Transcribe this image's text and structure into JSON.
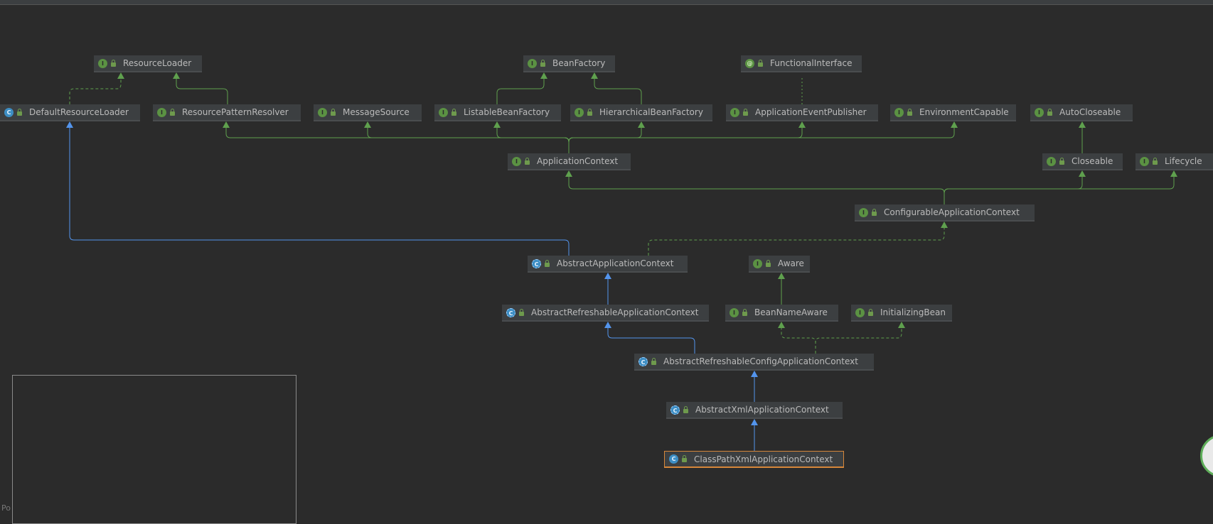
{
  "nodes": [
    {
      "id": "ResourceLoader",
      "label": "ResourceLoader",
      "kind": "interface",
      "icon": "interface-icon"
    },
    {
      "id": "BeanFactory",
      "label": "BeanFactory",
      "kind": "interface",
      "icon": "interface-icon"
    },
    {
      "id": "FunctionalInterface",
      "label": "FunctionalInterface",
      "kind": "annotation",
      "icon": "annotation-icon"
    },
    {
      "id": "DefaultResourceLoader",
      "label": "DefaultResourceLoader",
      "kind": "class",
      "icon": "class-icon"
    },
    {
      "id": "ResourcePatternResolver",
      "label": "ResourcePatternResolver",
      "kind": "interface",
      "icon": "interface-icon"
    },
    {
      "id": "MessageSource",
      "label": "MessageSource",
      "kind": "interface",
      "icon": "interface-icon"
    },
    {
      "id": "ListableBeanFactory",
      "label": "ListableBeanFactory",
      "kind": "interface",
      "icon": "interface-icon"
    },
    {
      "id": "HierarchicalBeanFactory",
      "label": "HierarchicalBeanFactory",
      "kind": "interface",
      "icon": "interface-icon"
    },
    {
      "id": "ApplicationEventPublisher",
      "label": "ApplicationEventPublisher",
      "kind": "interface",
      "icon": "interface-icon"
    },
    {
      "id": "EnvironmentCapable",
      "label": "EnvironmentCapable",
      "kind": "interface",
      "icon": "interface-icon"
    },
    {
      "id": "AutoCloseable",
      "label": "AutoCloseable",
      "kind": "interface",
      "icon": "interface-icon"
    },
    {
      "id": "ApplicationContext",
      "label": "ApplicationContext",
      "kind": "interface",
      "icon": "interface-icon"
    },
    {
      "id": "Closeable",
      "label": "Closeable",
      "kind": "interface",
      "icon": "interface-icon"
    },
    {
      "id": "Lifecycle",
      "label": "Lifecycle",
      "kind": "interface",
      "icon": "interface-icon"
    },
    {
      "id": "ConfigurableApplicationContext",
      "label": "ConfigurableApplicationContext",
      "kind": "interface",
      "icon": "interface-icon"
    },
    {
      "id": "AbstractApplicationContext",
      "label": "AbstractApplicationContext",
      "kind": "abstract",
      "icon": "abstract-class-icon"
    },
    {
      "id": "Aware",
      "label": "Aware",
      "kind": "interface",
      "icon": "interface-icon"
    },
    {
      "id": "AbstractRefreshableApplicationContext",
      "label": "AbstractRefreshableApplicationContext",
      "kind": "abstract",
      "icon": "abstract-class-icon"
    },
    {
      "id": "BeanNameAware",
      "label": "BeanNameAware",
      "kind": "interface",
      "icon": "interface-icon"
    },
    {
      "id": "InitializingBean",
      "label": "InitializingBean",
      "kind": "interface",
      "icon": "interface-icon"
    },
    {
      "id": "AbstractRefreshableConfigApplicationContext",
      "label": "AbstractRefreshableConfigApplicationContext",
      "kind": "abstract",
      "icon": "abstract-class-icon"
    },
    {
      "id": "AbstractXmlApplicationContext",
      "label": "AbstractXmlApplicationContext",
      "kind": "abstract",
      "icon": "abstract-class-icon"
    },
    {
      "id": "ClassPathXmlApplicationContext",
      "label": "ClassPathXmlApplicationContext",
      "kind": "class",
      "icon": "class-icon",
      "selected": true
    }
  ],
  "edges": [
    {
      "from": "DefaultResourceLoader",
      "to": "ResourceLoader",
      "type": "implements"
    },
    {
      "from": "ResourcePatternResolver",
      "to": "ResourceLoader",
      "type": "extends-interface"
    },
    {
      "from": "ListableBeanFactory",
      "to": "BeanFactory",
      "type": "extends-interface"
    },
    {
      "from": "HierarchicalBeanFactory",
      "to": "BeanFactory",
      "type": "extends-interface"
    },
    {
      "from": "ApplicationEventPublisher",
      "to": "FunctionalInterface",
      "type": "annotated"
    },
    {
      "from": "ApplicationContext",
      "to": "ResourcePatternResolver",
      "type": "extends-interface"
    },
    {
      "from": "ApplicationContext",
      "to": "MessageSource",
      "type": "extends-interface"
    },
    {
      "from": "ApplicationContext",
      "to": "ListableBeanFactory",
      "type": "extends-interface"
    },
    {
      "from": "ApplicationContext",
      "to": "HierarchicalBeanFactory",
      "type": "extends-interface"
    },
    {
      "from": "ApplicationContext",
      "to": "ApplicationEventPublisher",
      "type": "extends-interface"
    },
    {
      "from": "ApplicationContext",
      "to": "EnvironmentCapable",
      "type": "extends-interface"
    },
    {
      "from": "Closeable",
      "to": "AutoCloseable",
      "type": "extends-interface"
    },
    {
      "from": "ConfigurableApplicationContext",
      "to": "ApplicationContext",
      "type": "extends-interface"
    },
    {
      "from": "ConfigurableApplicationContext",
      "to": "Closeable",
      "type": "extends-interface"
    },
    {
      "from": "ConfigurableApplicationContext",
      "to": "Lifecycle",
      "type": "extends-interface"
    },
    {
      "from": "AbstractApplicationContext",
      "to": "ConfigurableApplicationContext",
      "type": "implements"
    },
    {
      "from": "AbstractApplicationContext",
      "to": "DefaultResourceLoader",
      "type": "extends"
    },
    {
      "from": "AbstractRefreshableApplicationContext",
      "to": "AbstractApplicationContext",
      "type": "extends"
    },
    {
      "from": "BeanNameAware",
      "to": "Aware",
      "type": "extends-interface"
    },
    {
      "from": "AbstractRefreshableConfigApplicationContext",
      "to": "AbstractRefreshableApplicationContext",
      "type": "extends"
    },
    {
      "from": "AbstractRefreshableConfigApplicationContext",
      "to": "BeanNameAware",
      "type": "implements"
    },
    {
      "from": "AbstractRefreshableConfigApplicationContext",
      "to": "InitializingBean",
      "type": "implements"
    },
    {
      "from": "AbstractXmlApplicationContext",
      "to": "AbstractRefreshableConfigApplicationContext",
      "type": "extends"
    },
    {
      "from": "ClassPathXmlApplicationContext",
      "to": "AbstractXmlApplicationContext",
      "type": "extends"
    }
  ],
  "colors": {
    "extends": "#5394ec",
    "interface": "#5fa04e",
    "background": "#2b2b2b",
    "selected": "#d6873a"
  },
  "status": "Po"
}
